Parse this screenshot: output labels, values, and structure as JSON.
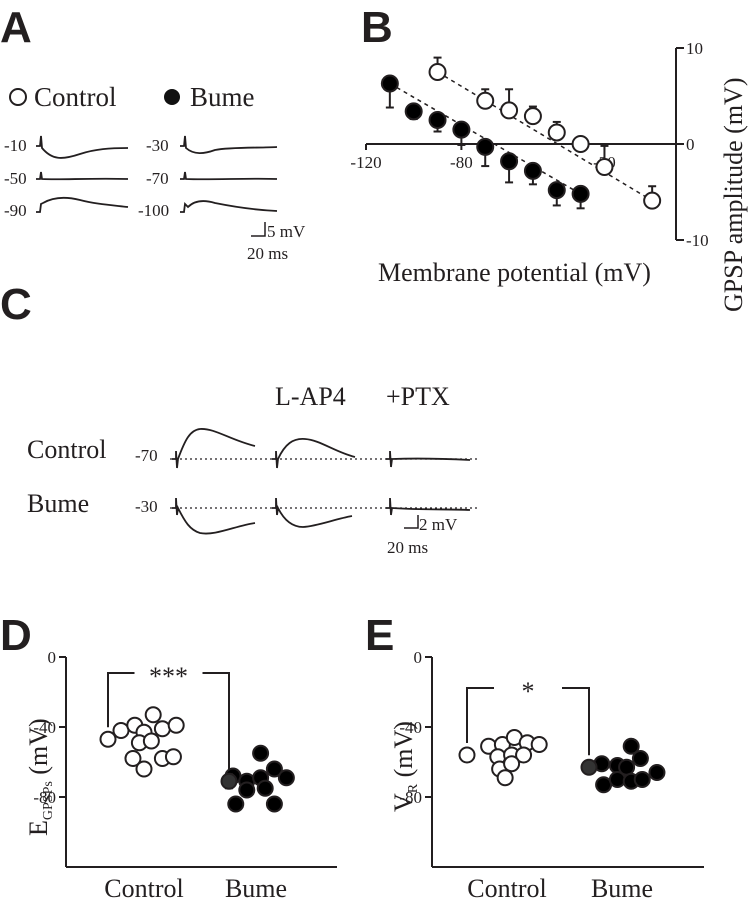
{
  "panels": {
    "a": "A",
    "b": "B",
    "c": "C",
    "d": "D",
    "e": "E"
  },
  "panel_a": {
    "legend_control": "Control",
    "legend_bume": "Bume",
    "left_labels": [
      "-10",
      "-50",
      "-90"
    ],
    "right_labels": [
      "-30",
      "-70",
      "-100"
    ],
    "scale_v": "5 mV",
    "scale_t": "20 ms"
  },
  "panel_c": {
    "header_lap4": "L-AP4",
    "header_ptx": "+PTX",
    "row_control": "Control",
    "row_bume": "Bume",
    "hold_control": "-70",
    "hold_bume": "-30",
    "scale_v": "2 mV",
    "scale_t": "20 ms"
  },
  "colors": {
    "ink": "#231f20",
    "open_fill": "#ffffff",
    "filled": "#000000"
  },
  "chart_data": [
    {
      "id": "B",
      "type": "scatter",
      "xlabel": "Membrane potential (mV)",
      "ylabel": "GPSP amplitude (mV)",
      "xlim": [
        -120,
        10
      ],
      "ylim": [
        -10,
        10
      ],
      "x_ticks": [
        -120,
        -80,
        -20
      ],
      "y_ticks": [
        10,
        0,
        -10
      ],
      "series": [
        {
          "name": "Control",
          "marker": "open",
          "x": [
            -90,
            -70,
            -60,
            -50,
            -40,
            -30,
            -20,
            0
          ],
          "y": [
            7.5,
            4.5,
            3.5,
            2.9,
            1.2,
            0.0,
            -2.4,
            -5.9
          ],
          "err": [
            1.5,
            1.2,
            2.2,
            1.0,
            1.1,
            0.4,
            2.2,
            1.5
          ]
        },
        {
          "name": "Bume",
          "marker": "filled",
          "x": [
            -110,
            -100,
            -90,
            -80,
            -70,
            -60,
            -50,
            -40,
            -30
          ],
          "y": [
            6.3,
            3.4,
            2.5,
            1.5,
            -0.3,
            -1.8,
            -2.8,
            -4.8,
            -5.2
          ],
          "err": [
            2.5,
            0.8,
            1.2,
            1.6,
            2.0,
            2.2,
            1.4,
            1.6,
            1.5
          ]
        }
      ]
    },
    {
      "id": "D",
      "type": "scatter",
      "categories": [
        "Control",
        "Bume"
      ],
      "ylabel_main": "E",
      "ylabel_sub": "GPSPs",
      "ylabel_unit": "(mV)",
      "ylim": [
        -120,
        0
      ],
      "y_ticks": [
        0,
        -40,
        -80
      ],
      "significance": "***",
      "series": [
        {
          "name": "Control",
          "marker": "open",
          "mean": -47,
          "sem": 2,
          "points": [
            [
              -0.25,
              -42
            ],
            [
              -0.1,
              -39
            ],
            [
              0.0,
              -43
            ],
            [
              0.1,
              -33
            ],
            [
              0.2,
              -41
            ],
            [
              0.35,
              -39
            ],
            [
              -0.05,
              -49
            ],
            [
              0.08,
              -48
            ],
            [
              -0.12,
              -58
            ],
            [
              0.2,
              -58
            ],
            [
              0.32,
              -57
            ],
            [
              0.0,
              -64
            ]
          ]
        },
        {
          "name": "Bume",
          "marker": "filled",
          "mean": -71,
          "sem": 4,
          "points": [
            [
              -0.25,
              -68
            ],
            [
              -0.1,
              -71
            ],
            [
              0.05,
              -55
            ],
            [
              0.05,
              -69
            ],
            [
              0.2,
              -64
            ],
            [
              0.33,
              -69
            ],
            [
              -0.1,
              -76
            ],
            [
              0.1,
              -75
            ],
            [
              -0.22,
              -84
            ],
            [
              0.2,
              -84
            ]
          ]
        }
      ]
    },
    {
      "id": "E",
      "type": "scatter",
      "categories": [
        "Control",
        "Bume"
      ],
      "ylabel_main": "V",
      "ylabel_sub": "R",
      "ylabel_unit": "(mV)",
      "ylim": [
        -120,
        0
      ],
      "y_ticks": [
        0,
        -40,
        -80
      ],
      "significance": "*",
      "series": [
        {
          "name": "Control",
          "marker": "open",
          "mean": -56,
          "sem": 2,
          "points": [
            [
              -0.2,
              -51
            ],
            [
              -0.05,
              -50
            ],
            [
              0.08,
              -46
            ],
            [
              0.22,
              -49
            ],
            [
              0.35,
              -50
            ],
            [
              -0.1,
              -57
            ],
            [
              0.05,
              -56
            ],
            [
              0.18,
              -56
            ],
            [
              -0.08,
              -64
            ],
            [
              0.05,
              -61
            ],
            [
              -0.02,
              -69
            ]
          ]
        },
        {
          "name": "Bume",
          "marker": "filled",
          "mean": -63,
          "sem": 3,
          "points": [
            [
              -0.22,
              -61
            ],
            [
              -0.05,
              -62
            ],
            [
              0.1,
              -51
            ],
            [
              0.05,
              -63
            ],
            [
              0.2,
              -58
            ],
            [
              0.38,
              -66
            ],
            [
              -0.2,
              -73
            ],
            [
              -0.05,
              -70
            ],
            [
              0.1,
              -71
            ],
            [
              0.22,
              -70
            ]
          ]
        }
      ]
    }
  ]
}
